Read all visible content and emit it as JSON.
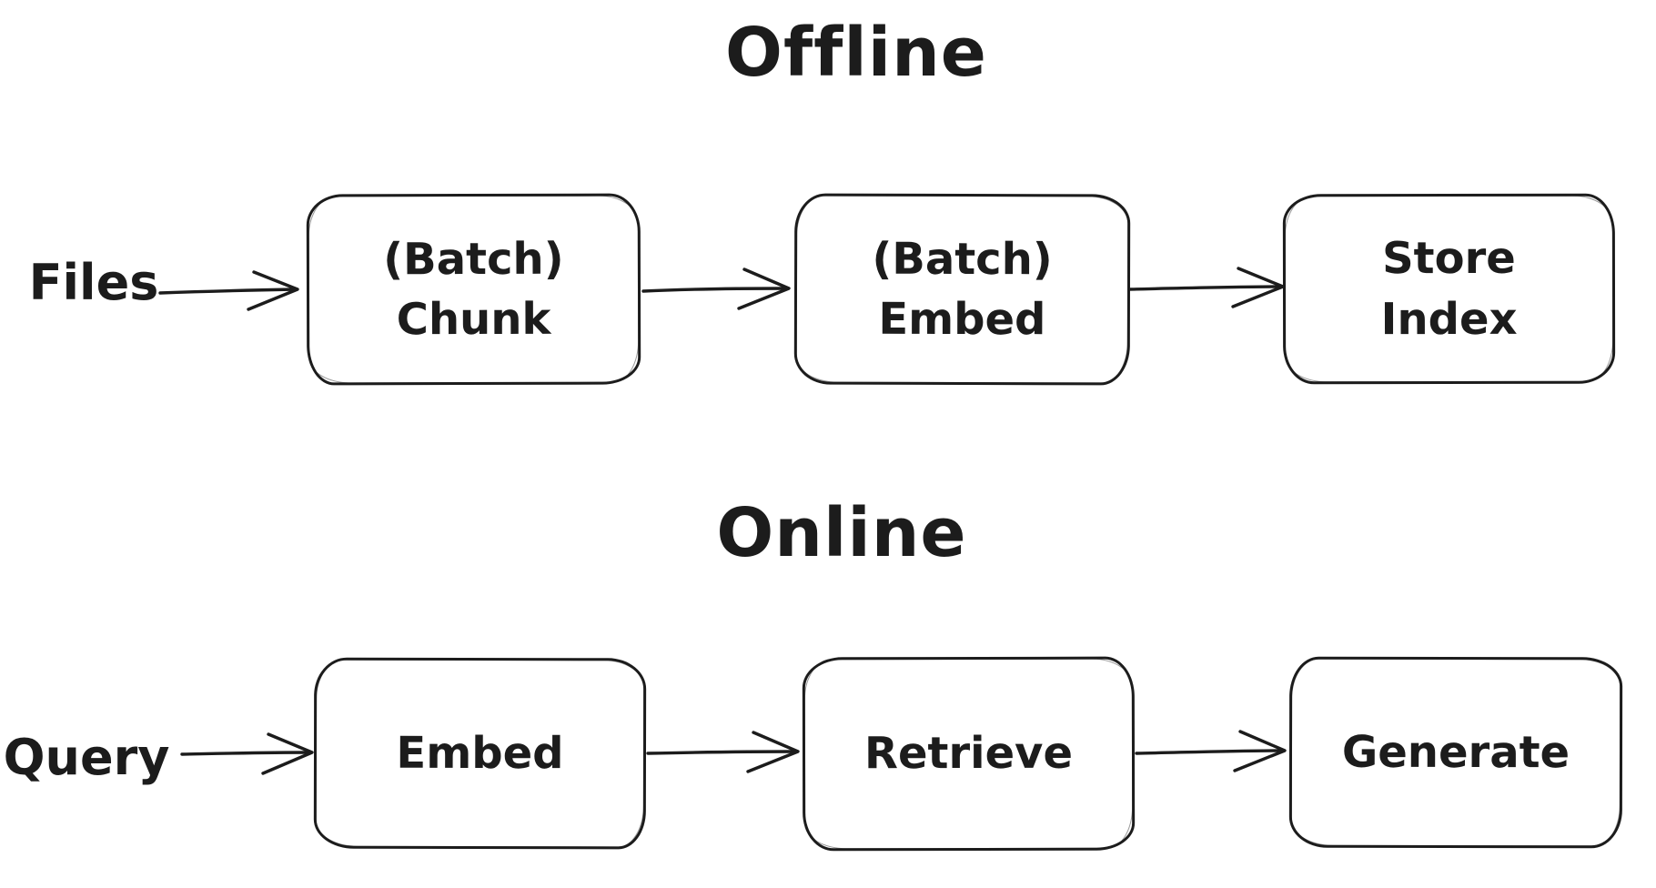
{
  "diagram": {
    "ink": "#1c1c1c",
    "background": "#ffffff",
    "offline": {
      "title": "Offline",
      "source_label": "Files",
      "nodes": [
        {
          "label": "(Batch)\nChunk"
        },
        {
          "label": "(Batch)\nEmbed"
        },
        {
          "label": "Store\nIndex"
        }
      ]
    },
    "online": {
      "title": "Online",
      "source_label": "Query",
      "nodes": [
        {
          "label": "Embed"
        },
        {
          "label": "Retrieve"
        },
        {
          "label": "Generate"
        }
      ]
    }
  }
}
